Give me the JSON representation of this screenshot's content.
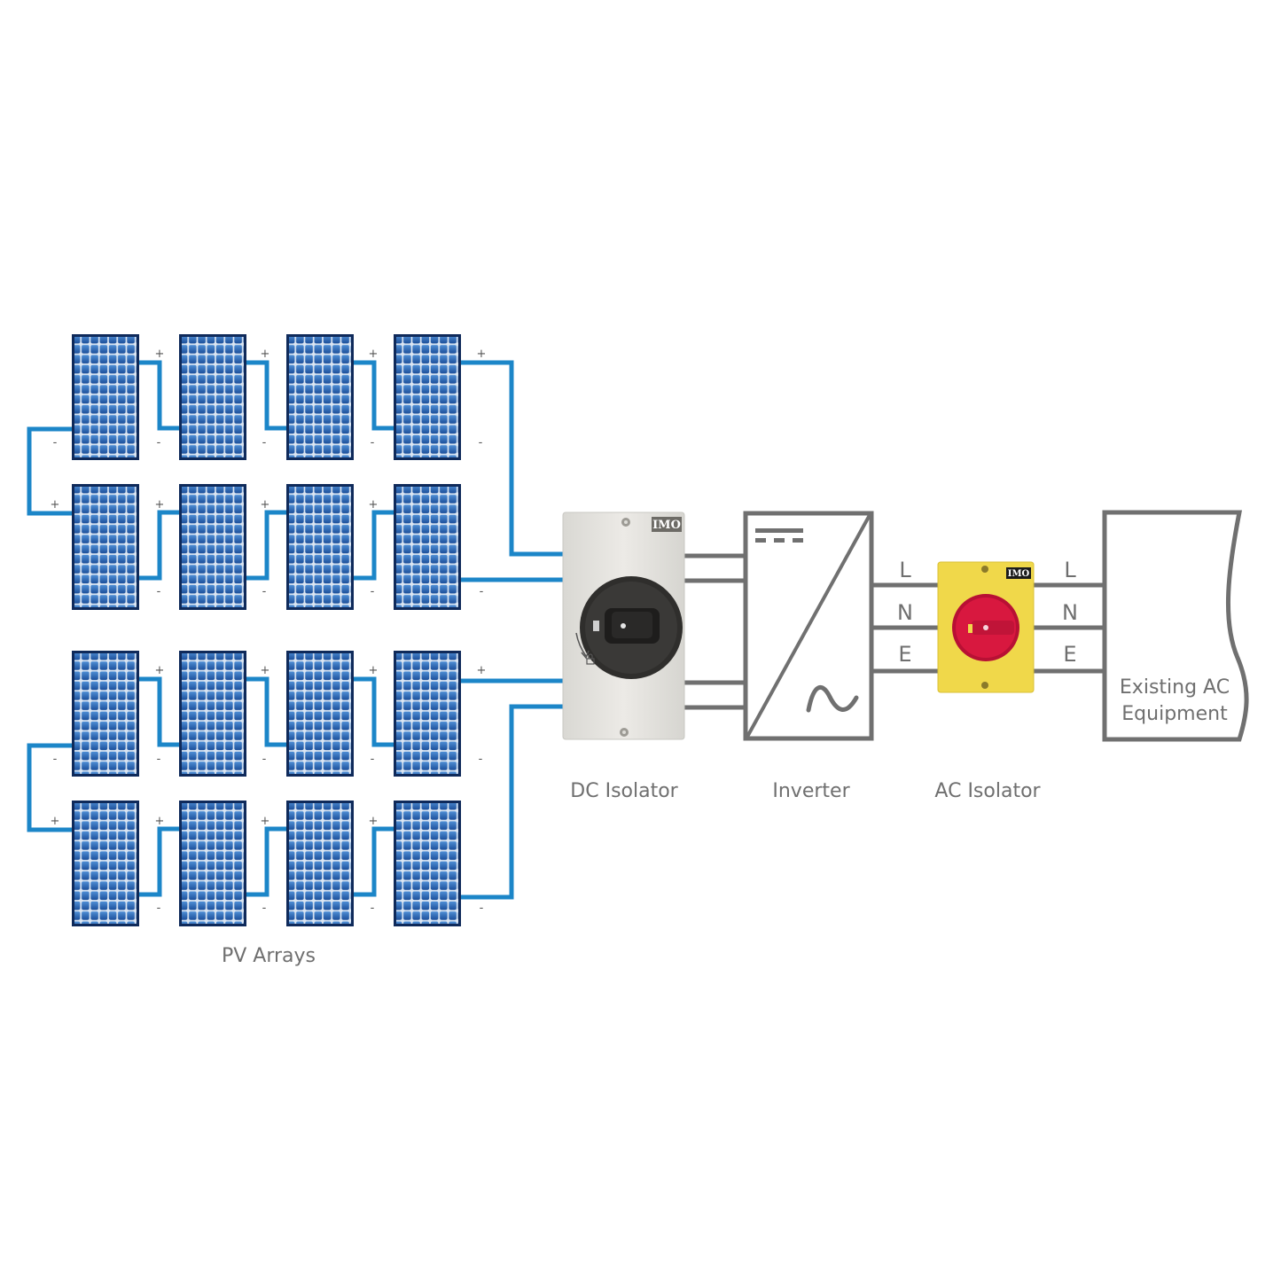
{
  "labels": {
    "pv_arrays": "PV Arrays",
    "dc_isolator": "DC Isolator",
    "inverter": "Inverter",
    "ac_isolator": "AC Isolator",
    "existing_ac_line1": "Existing AC",
    "existing_ac_line2": "Equipment"
  },
  "brand": {
    "dc": "IMO",
    "ac": "IMO"
  },
  "phases_left": [
    "L",
    "N",
    "E"
  ],
  "phases_right": [
    "L",
    "N",
    "E"
  ],
  "polarity": {
    "plus": "+",
    "minus": "-"
  },
  "colors": {
    "wire_dc": "#1c86c8",
    "wire_ac": "#707070",
    "panel_frame": "#0f2a5a",
    "panel_cell": "#2f6fbf",
    "dc_enclosure": "#e4e3df",
    "ac_enclosure": "#f0d84a",
    "ac_knob": "#d8183f",
    "dc_knob": "#2b2b2b"
  }
}
